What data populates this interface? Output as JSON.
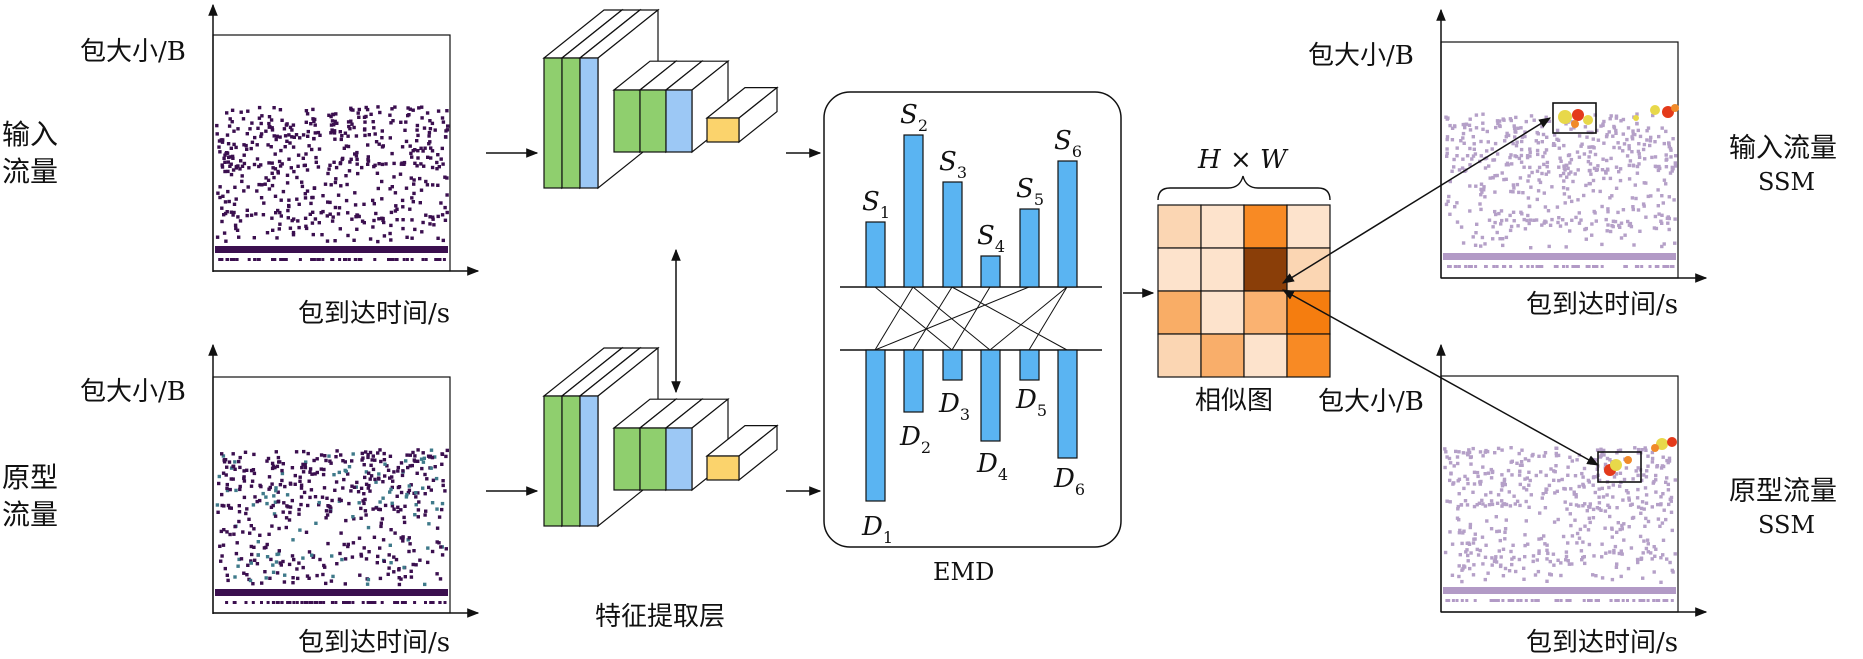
{
  "left_top": {
    "side_label_line1": "输入",
    "side_label_line2": "流量",
    "ylabel": "包大小/B",
    "xlabel": "包到达时间/s"
  },
  "left_bottom": {
    "side_label_line1": "原型",
    "side_label_line2": "流量",
    "ylabel": "包大小/B",
    "xlabel": "包到达时间/s"
  },
  "feature": {
    "label": "特征提取层"
  },
  "emd": {
    "label": "EMD",
    "s_labels": [
      {
        "base": "S",
        "sub": "1"
      },
      {
        "base": "S",
        "sub": "2"
      },
      {
        "base": "S",
        "sub": "3"
      },
      {
        "base": "S",
        "sub": "4"
      },
      {
        "base": "S",
        "sub": "5"
      },
      {
        "base": "S",
        "sub": "6"
      }
    ],
    "d_labels": [
      {
        "base": "D",
        "sub": "1"
      },
      {
        "base": "D",
        "sub": "2"
      },
      {
        "base": "D",
        "sub": "3"
      },
      {
        "base": "D",
        "sub": "4"
      },
      {
        "base": "D",
        "sub": "5"
      },
      {
        "base": "D",
        "sub": "6"
      }
    ]
  },
  "similarity": {
    "dim_h": "H",
    "times": "×",
    "dim_w": "W",
    "label": "相似图",
    "colors": [
      [
        "#fbd6b3",
        "#fde3cc",
        "#f88a24",
        "#fde3cc"
      ],
      [
        "#fde3cc",
        "#fde3cc",
        "#8a3e08",
        "#fbd6b3"
      ],
      [
        "#f9ad66",
        "#fde3cc",
        "#fab271",
        "#f57d0f"
      ],
      [
        "#fbd6b3",
        "#f9ae6a",
        "#fde3cc",
        "#f88a24"
      ]
    ]
  },
  "right_top": {
    "ylabel": "包大小/B",
    "xlabel": "包到达时间/s",
    "side_label_line1": "输入流量",
    "side_label_line2": "SSM"
  },
  "right_bottom": {
    "ylabel": "包大小/B",
    "xlabel": "包到达时间/s",
    "side_label_line1": "原型流量",
    "side_label_line2": "SSM"
  }
}
